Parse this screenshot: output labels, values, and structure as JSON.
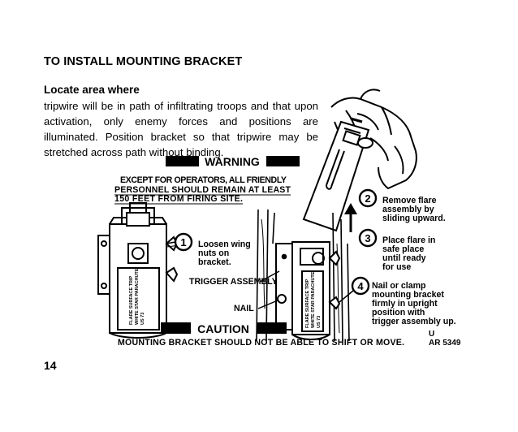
{
  "heading": "TO INSTALL MOUNTING BRACKET",
  "subheading": "Locate area where",
  "paragraph": "tripwire will be in path of infiltrating troops and that upon activation, only enemy forces and positions are illuminated.  Position bracket so that tripwire may be stretched across path without binding.",
  "figure": {
    "warning_title": "WARNING",
    "warning_lines": [
      "EXCEPT FOR OPERATORS, ALL FRIENDLY",
      "PERSONNEL SHOULD REMAIN AT LEAST",
      "150 FEET FROM FIRING SITE."
    ],
    "caution_title": "CAUTION",
    "caution_text": "MOUNTING BRACKET SHOULD NOT BE ABLE TO SHIFT OR MOVE.",
    "trigger_assembly": "TRIGGER ASSEMBLY",
    "nail": "NAIL",
    "ref_u": "U",
    "ref_code": "AR 5349",
    "steps": [
      {
        "num": "1",
        "lines": [
          "Loosen wing",
          "nuts on",
          "bracket."
        ]
      },
      {
        "num": "2",
        "lines": [
          "Remove flare",
          "assembly by",
          "sliding upward."
        ]
      },
      {
        "num": "3",
        "lines": [
          "Place flare in",
          "safe place",
          "until ready",
          "for use"
        ]
      },
      {
        "num": "4",
        "lines": [
          "Nail or clamp",
          "mounting bracket",
          "firmly in upright",
          "position with",
          "trigger assembly up."
        ]
      }
    ]
  },
  "page_number": "14"
}
